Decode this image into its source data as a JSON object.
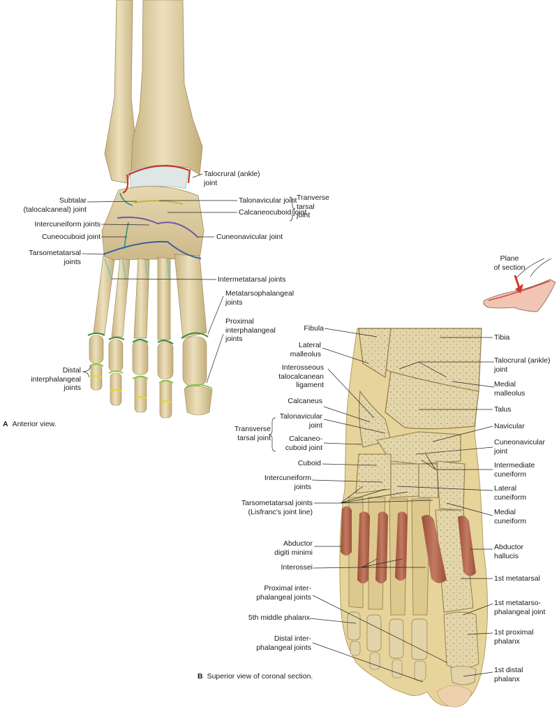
{
  "figure_a": {
    "letter": "A",
    "caption": "Anterior view.",
    "labels": {
      "talocrural": "Talocrural (ankle)\njoint",
      "subtalar": "Subtalar\n(talocalcaneal) joint",
      "talonavicular": "Talonavicular joint",
      "calcaneocuboid": "Calcaneocuboid joint",
      "transverse_tarsal": "Tranverse\ntarsal\njoint",
      "intercuneiform": "Intercuneiform joints",
      "cuneocuboid": "Cuneocuboid joint",
      "cuneonavicular": "Cuneonavicular joint",
      "tarsometatarsal": "Tarsometatarsal\njoints",
      "intermetatarsal": "Intermetatarsal joints",
      "metatarsophalangeal": "Metatarsophalangeal\njoints",
      "proximal_ip": "Proximal\ninterphalangeal\njoints",
      "distal_ip": "Distal\ninterphalangeal\njoints"
    }
  },
  "figure_b": {
    "letter": "B",
    "caption": "Superior view of coronal section.",
    "labels": {
      "fibula": "Fibula",
      "lateral_malleolus": "Lateral\nmalleolus",
      "interosseous": "Interosseous\ntalocalcanean\nligament",
      "calcaneus": "Calcaneus",
      "transverse_tarsal": "Transverse\ntarsal joint",
      "talonavicular": "Talonavicular\njoint",
      "calcaneocuboid": "Calcaneo-\ncuboid joint",
      "cuboid": "Cuboid",
      "intercuneiform": "Intercuneiform\njoints",
      "tarsometatarsal": "Tarsometatarsal joints\n(Lisfranc's joint line)",
      "abductor_digiti": "Abductor\ndigiti minimi",
      "interossei": "Interossei",
      "proximal_ip": "Proximal inter-\nphalangeal joints",
      "fifth_middle": "5th middle phalanx",
      "distal_ip": "Distal inter-\nphalangeal joints",
      "tibia": "Tibia",
      "talocrural": "Talocrural (ankle)\njoint",
      "medial_malleolus": "Medial\nmalleolus",
      "talus": "Talus",
      "navicular": "Navicular",
      "cuneonavicular": "Cuneonavicular\njoint",
      "intermediate_cuneiform": "Intermediate\ncuneiform",
      "lateral_cuneiform": "Lateral\ncuneiform",
      "medial_cuneiform": "Medial\ncuneiform",
      "abductor_hallucis": "Abductor\nhallucis",
      "first_metatarsal": "1st metatarsal",
      "first_mtp": "1st metatarso-\nphalangeal joint",
      "first_proximal": "1st proximal\nphalanx",
      "first_distal": "1st distal\nphalanx"
    }
  },
  "inset": {
    "label": "Plane\nof section"
  },
  "colors": {
    "bone": "#e2d3a8",
    "bone_dark": "#c8b380",
    "cancellous": "#cdbb8a",
    "muscle": "#b0634b",
    "cartilage": "#dfe6e6",
    "talocrural_joint": "#c0392b",
    "subtalar_joint": "#4a9a8a",
    "transverse_joint": "#c9b03c",
    "cuneonavicular_joint": "#6a5aa8",
    "tarsometatarsal_joint": "#3a5fa0",
    "intermetatarsal_joint": "#7cc0b8",
    "mtp_joint": "#3a8a3a",
    "pip_joint": "#8ac84a",
    "dip_joint": "#e8d820",
    "inset_foot": "#f2c4b4",
    "arrow": "#d03a2a"
  }
}
